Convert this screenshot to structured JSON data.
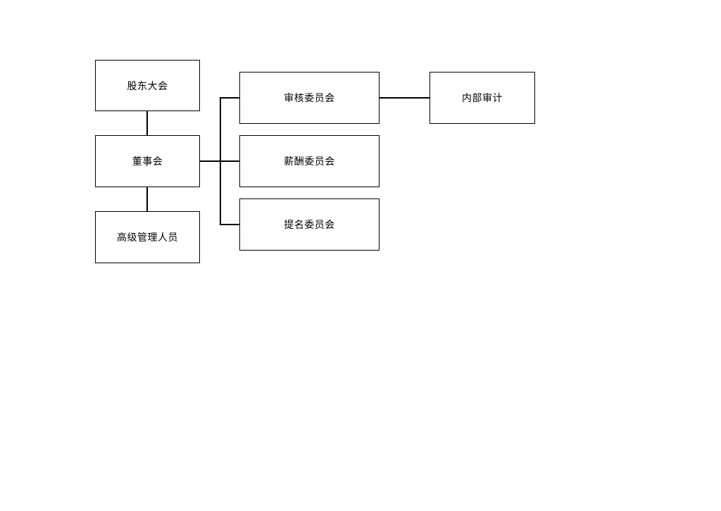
{
  "nodes": {
    "shareholders_meeting": "股东大会",
    "board": "董事会",
    "senior_management": "高级管理人员",
    "audit_committee": "审核委员会",
    "remuneration_committee": "薪酬委员会",
    "nomination_committee": "提名委员会",
    "internal_audit": "内部审计"
  },
  "colors": {
    "border": "#000000",
    "text": "#000000",
    "background": "#ffffff"
  }
}
